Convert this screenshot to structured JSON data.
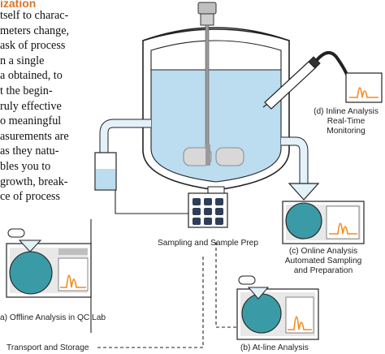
{
  "article": {
    "heading": "ization",
    "lines": [
      "tself to charac-",
      "meters change,",
      "ask of process",
      "n a single",
      "a obtained, to",
      "t the begin-",
      "ruly effective",
      "o meaningful",
      "asurements are",
      "as they natu-",
      "bles you to",
      "growth, break-",
      "ce of process"
    ]
  },
  "labels": {
    "inline_title": "(d) Inline Analysis",
    "inline_sub1": "Real-Time",
    "inline_sub2": "Monitoring",
    "sampling": "Sampling and Sample Prep",
    "online_title": "(c) Online Analysis",
    "online_sub1": "Automated Sampling",
    "online_sub2": "and Preparation",
    "offline": "a) Offline Analysis in QC Lab",
    "transport": "Transport and Storage",
    "atline": "(b) At-line Analysis"
  },
  "colors": {
    "liquid": "#bcdcef",
    "analyzer_teal": "#3a9aa6",
    "peak_orange": "#f28c1e",
    "heading_orange": "#d9752c",
    "outline": "#222222"
  }
}
